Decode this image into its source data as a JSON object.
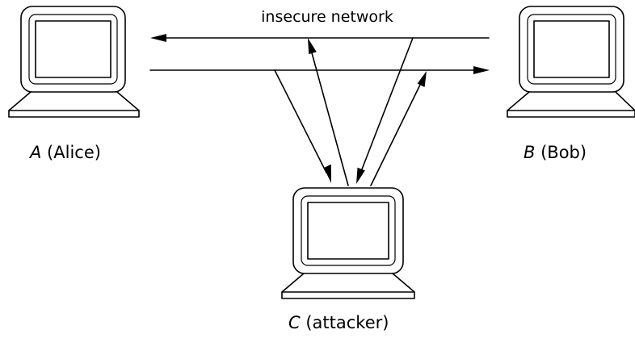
{
  "network": {
    "label": "insecure network"
  },
  "nodes": {
    "alice": {
      "var": "A",
      "label": " (Alice)"
    },
    "bob": {
      "var": "B",
      "label": " (Bob)"
    },
    "attacker": {
      "var": "C",
      "label": " (attacker)"
    }
  },
  "icons": {
    "computer": "computer-icon",
    "arrow": "arrow-icon"
  },
  "colors": {
    "ink": "#000000",
    "background": "#ffffff"
  }
}
